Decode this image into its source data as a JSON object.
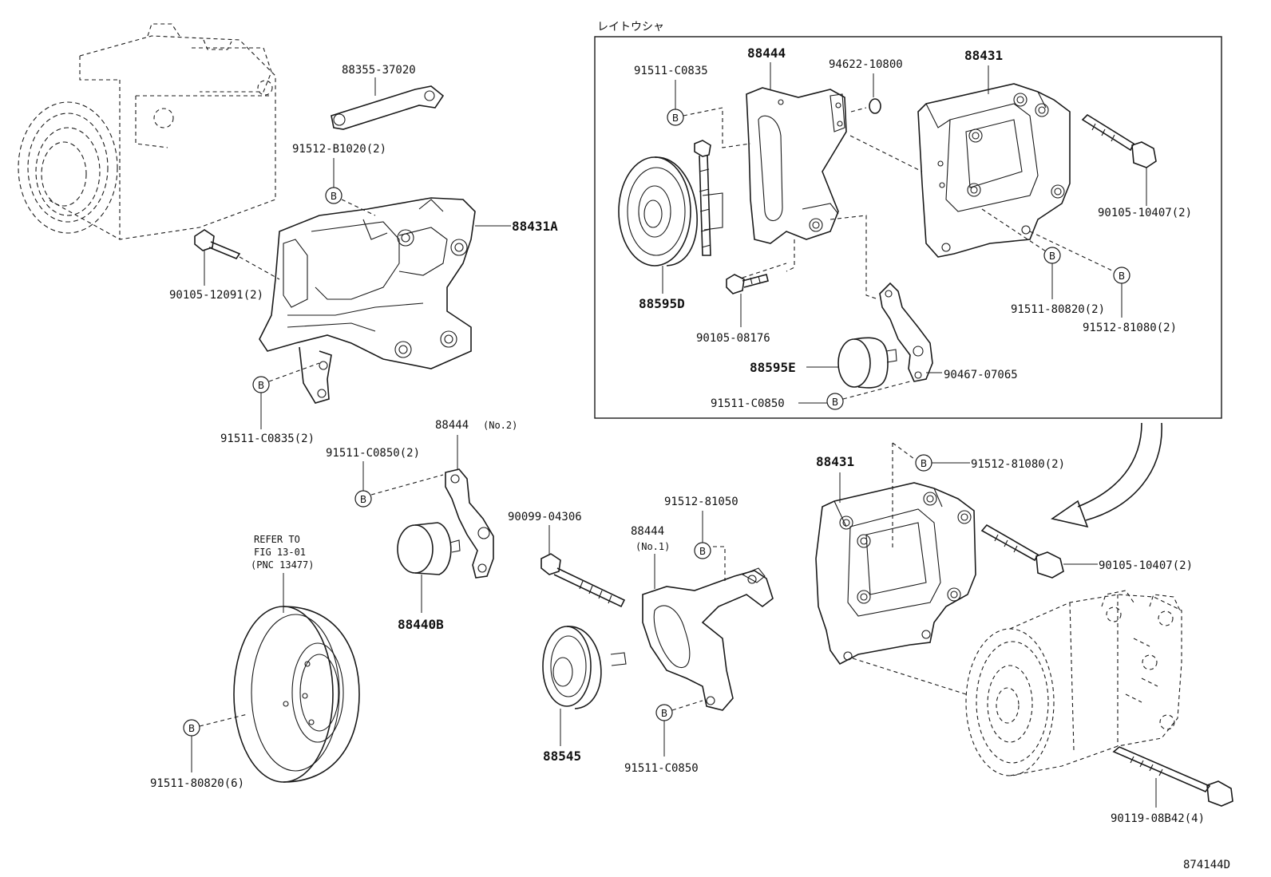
{
  "inset": {
    "title": "レイトウシャ"
  },
  "bolt_marker": "B",
  "labels": {
    "p88355_37020": "88355-37020",
    "p91512_B1020": "91512-B1020(2)",
    "p88431A": "88431A",
    "p90105_12091": "90105-12091(2)",
    "p91511_C0835_2": "91511-C0835(2)",
    "p91511_C0850_2": "91511-C0850(2)",
    "p88444_no2": "88444",
    "p88444_no2_tag": "(No.2)",
    "p88440B": "88440B",
    "refer_line1": "REFER TO",
    "refer_line2": "FIG 13-01",
    "refer_line3": "(PNC 13477)",
    "p91511_80820_6": "91511-80820(6)",
    "p90099_04306": "90099-04306",
    "p91512_81050": "91512-81050",
    "p88444_no1": "88444",
    "p88444_no1_tag": "(No.1)",
    "p88545": "88545",
    "p91511_C0850_b": "91511-C0850",
    "in_91511_C0835": "91511-C0835",
    "in_88444": "88444",
    "in_94622_10800": "94622-10800",
    "in_88431": "88431",
    "in_90105_10407": "90105-10407(2)",
    "in_88595D": "88595D",
    "in_90105_08176": "90105-08176",
    "in_91511_80820": "91511-80820(2)",
    "in_91512_81080": "91512-81080(2)",
    "in_88595E": "88595E",
    "in_90467_07065": "90467-07065",
    "in_91511_C0850": "91511-C0850",
    "p88431": "88431",
    "p91512_81080": "91512-81080(2)",
    "p90105_10407": "90105-10407(2)",
    "p90119_08B42": "90119-08B42(4)",
    "figure_code": "874144D"
  }
}
